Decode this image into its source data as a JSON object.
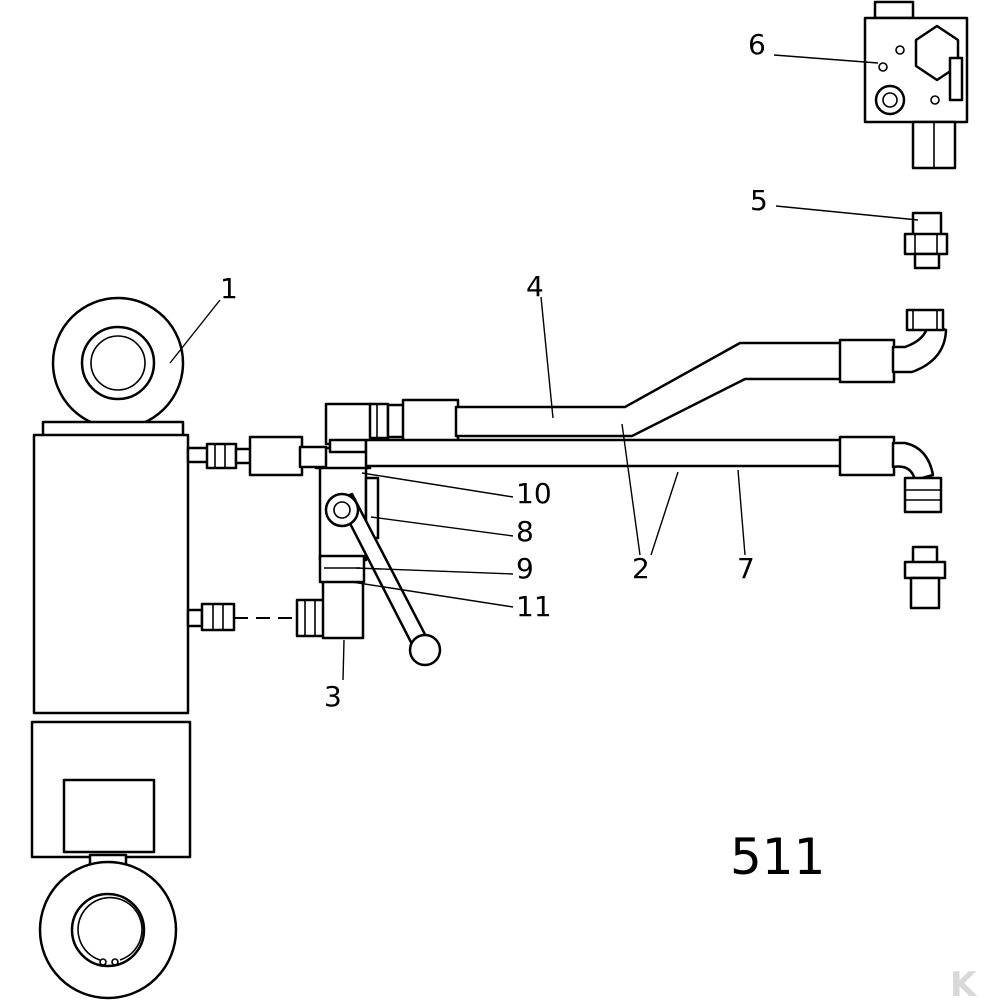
{
  "diagram_number": "511",
  "logo_mark": "K",
  "callouts": [
    {
      "id": "1",
      "label": "1"
    },
    {
      "id": "2",
      "label": "2"
    },
    {
      "id": "3",
      "label": "3"
    },
    {
      "id": "4",
      "label": "4"
    },
    {
      "id": "5",
      "label": "5"
    },
    {
      "id": "6",
      "label": "6"
    },
    {
      "id": "7",
      "label": "7"
    },
    {
      "id": "8",
      "label": "8"
    },
    {
      "id": "9",
      "label": "9"
    },
    {
      "id": "10",
      "label": "10"
    },
    {
      "id": "11",
      "label": "11"
    }
  ]
}
